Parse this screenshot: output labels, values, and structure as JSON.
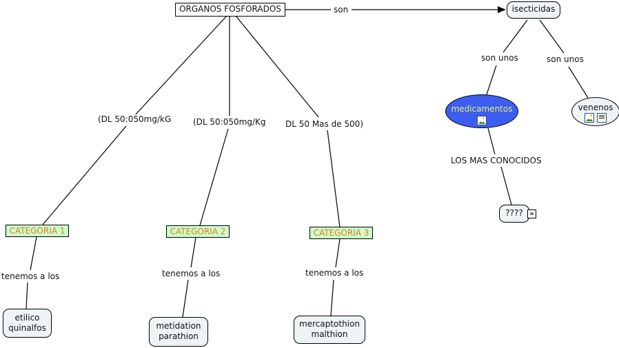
{
  "concepts": {
    "organos": "ORGANOS FOSFORADOS",
    "isecticidas": "isecticidas",
    "medicamentos": "medicamentos",
    "venenos": "venenos",
    "unknown": "????",
    "cat1": "CATEGORIA 1",
    "cat2": "CATEGORIA 2",
    "cat3": "CATEGORIA 3",
    "leaf1": [
      "etilico",
      "quinalfos"
    ],
    "leaf2": [
      "metidation",
      "parathion"
    ],
    "leaf3": [
      "mercaptothion",
      "malthion"
    ]
  },
  "links": {
    "son": "son",
    "son_unos_1": "son unos",
    "son_unos_2": "son unos",
    "los_mas_conocidos": "LOS MAS CONOCIDOS",
    "dl1": "(DL 50:050mg/kG",
    "dl2": "(DL 50:050mg/Kg",
    "dl3": "DL 50 Mas de 500)",
    "tenemos1": "tenemos a los",
    "tenemos2": "tenemos a los",
    "tenemos3": "tenemos a los"
  },
  "colors": {
    "medicamentos_fill": "#3c5ef0",
    "medicamentos_text": "#e8f060",
    "category_fill": "#ccffcc",
    "category_text": "#e07a14",
    "concept_fill": "#eef3f5"
  },
  "icons": {
    "medicamentos": [
      "image-resource-icon"
    ],
    "venenos": [
      "image-resource-icon",
      "document-resource-icon"
    ],
    "unknown": [
      "expand-nested-icon"
    ]
  }
}
